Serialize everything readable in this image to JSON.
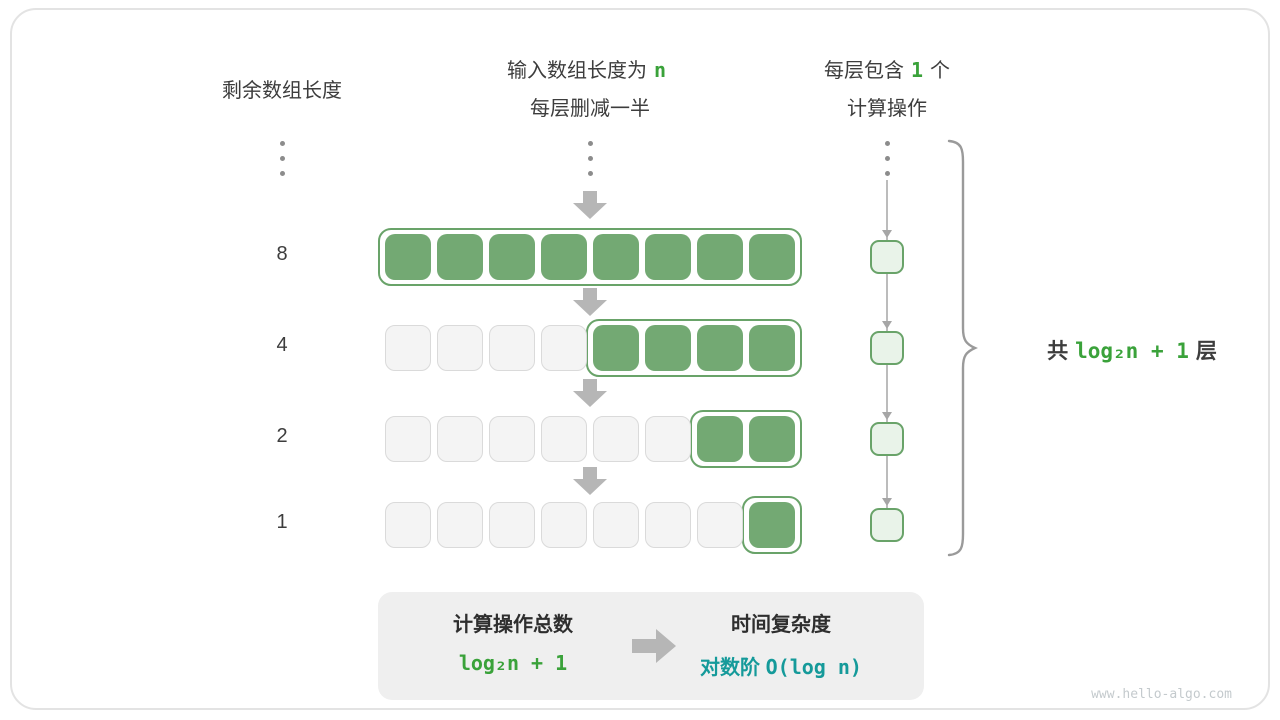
{
  "header": {
    "left": "剩余数组长度",
    "center_line1": {
      "prefix": "输入数组长度为",
      "code": "n"
    },
    "center_line2": "每层删减一半",
    "right_line1": {
      "prefix": "每层包含",
      "code": "1",
      "suffix": "个"
    },
    "right_line2": "计算操作"
  },
  "diagram": {
    "type": "halving-array-levels",
    "rows": [
      {
        "label": "8",
        "cells_total": 8,
        "cells_active": 8,
        "operations": 1
      },
      {
        "label": "4",
        "cells_total": 8,
        "cells_active": 4,
        "operations": 1
      },
      {
        "label": "2",
        "cells_total": 8,
        "cells_active": 2,
        "operations": 1
      },
      {
        "label": "1",
        "cells_total": 8,
        "cells_active": 1,
        "operations": 1
      }
    ],
    "brace_label": {
      "prefix": "共",
      "code": "log₂n + 1",
      "suffix": "层"
    }
  },
  "summary": {
    "left_title": "计算操作总数",
    "left_value": "log₂n + 1",
    "right_title": "时间复杂度",
    "right_value_text": "对数阶",
    "right_value_code": "O(log n)"
  },
  "watermark": "www.hello-algo.com",
  "colors": {
    "green_fill": "#73a973",
    "green_border": "#69a369",
    "green_text": "#3aa23a",
    "empty_fill": "#f4f4f4",
    "empty_border": "#dadada",
    "op_fill": "#e9f3e9",
    "arrow_gray": "#b6b6b6",
    "line_gray": "#a6a6a6",
    "dot_gray": "#8c8c8c",
    "brace_gray": "#9a9a9a",
    "teal": "#159a9a",
    "text_dark": "#3d3d3d",
    "title_dark": "#2e2e2e",
    "box_bg": "#efefef",
    "card_border": "#e3e3e3",
    "watermark_gray": "#c4cacd"
  }
}
